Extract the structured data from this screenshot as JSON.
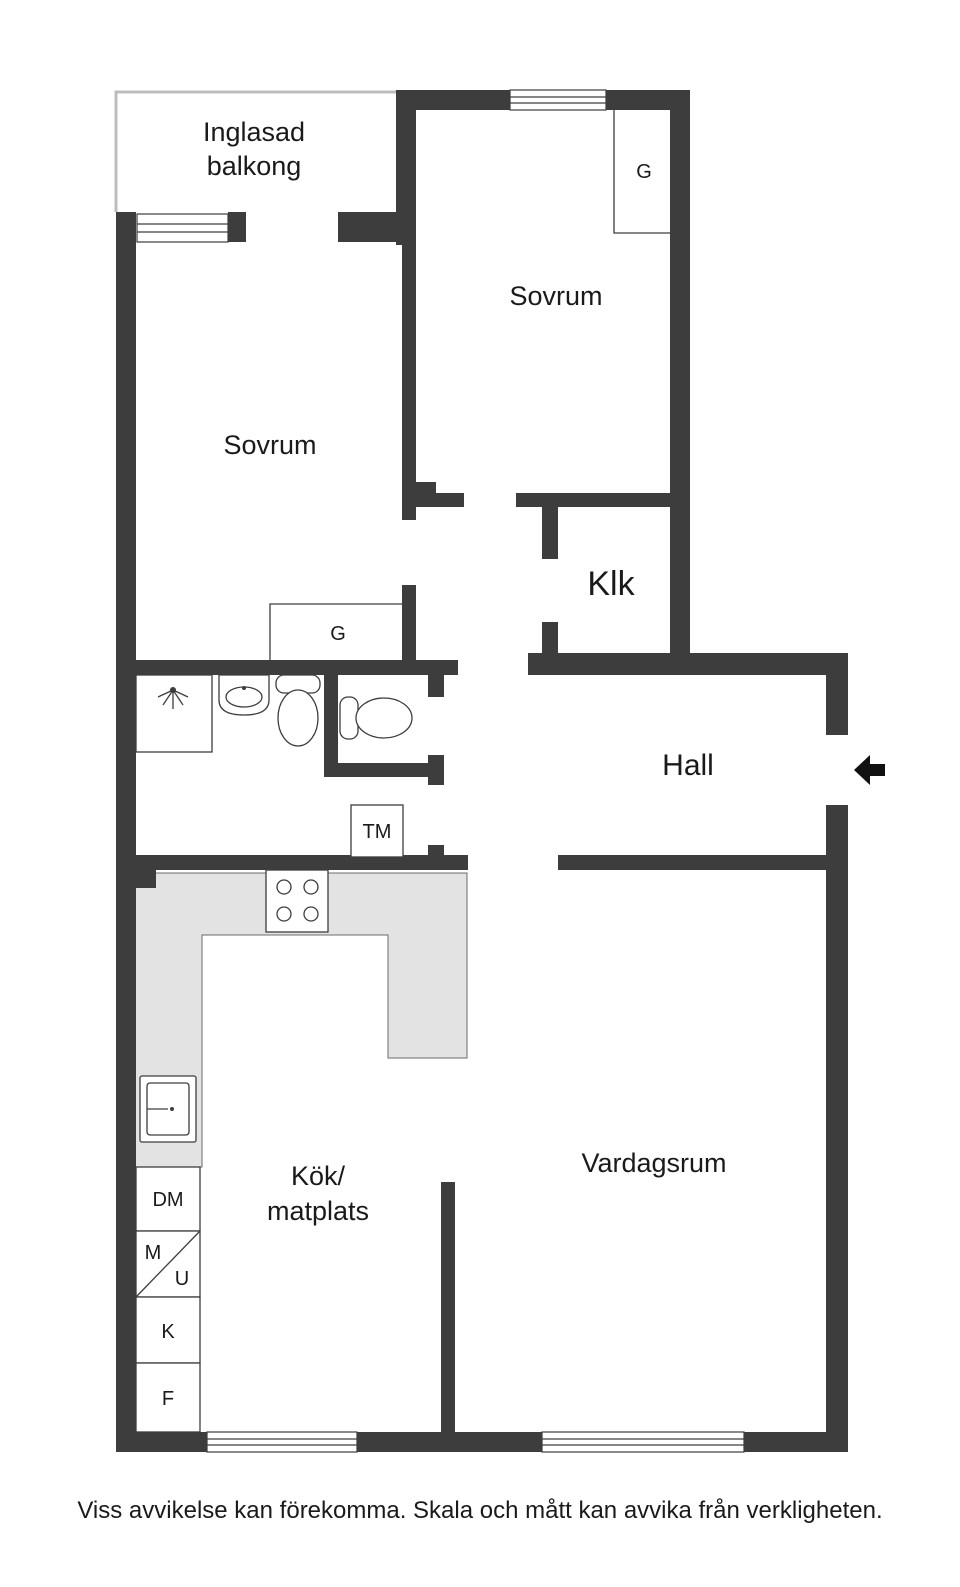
{
  "rooms": {
    "balcony": [
      "Inglasad",
      "balkong"
    ],
    "bedroom_left": "Sovrum",
    "bedroom_right": "Sovrum",
    "closet": "Klk",
    "hall": "Hall",
    "kitchen": [
      "Kök/",
      "matplats"
    ],
    "living": "Vardagsrum"
  },
  "fixtures": {
    "wardrobe_right": "G",
    "wardrobe_left": "G",
    "dryer": "TM",
    "dishwasher": "DM",
    "microwave_m": "M",
    "microwave_u": "U",
    "fridge": "K",
    "freezer": "F"
  },
  "icons": {
    "entrance": "arrow-left-icon"
  },
  "footer": {
    "disclaimer": "Viss avvikelse kan förekomma. Skala och mått kan avvika från verkligheten."
  }
}
